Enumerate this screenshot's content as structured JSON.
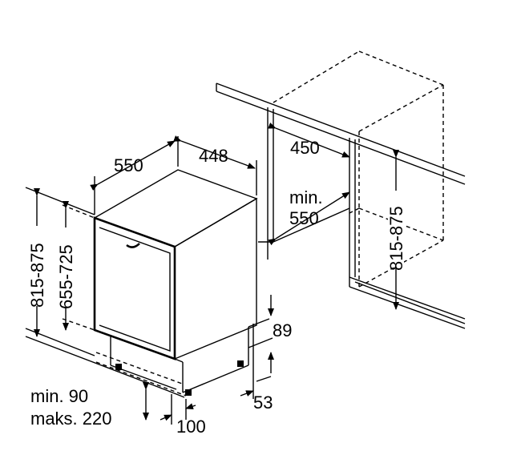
{
  "dimensions": {
    "width_550": "550",
    "width_448": "448",
    "niche_depth_450": "450",
    "niche_min": "min.",
    "niche_min_550": "550",
    "height_815_875_left": "815-875",
    "height_655_725": "655-725",
    "height_815_875_niche": "815-875",
    "plinth_89": "89",
    "plinth_53": "53",
    "foot_min": "min. 90",
    "foot_max": "maks. 220",
    "foot_100": "100"
  }
}
